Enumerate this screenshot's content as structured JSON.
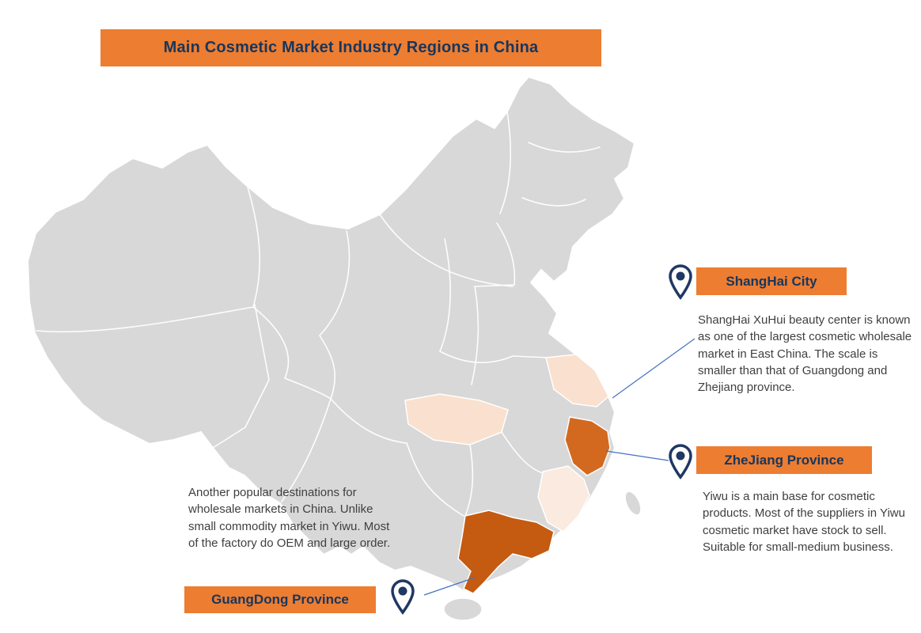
{
  "title": "Main Cosmetic Market Industry Regions in China",
  "callouts": {
    "shanghai": {
      "label": "ShangHai City",
      "description": "ShangHai XuHui beauty center is known as one of the largest cosmetic wholesale market in East China. The scale is smaller than that of Guangdong and Zhejiang province."
    },
    "zhejiang": {
      "label": "ZheJiang Province",
      "description": "Yiwu is a main base for cosmetic products. Most of the suppliers in Yiwu cosmetic market have stock to sell. Suitable for small-medium business."
    },
    "guangdong": {
      "label": "GuangDong Province",
      "description": "Another popular destinations for wholesale markets in China. Unlike small commodity market in Yiwu.  Most of the factory do OEM and large order."
    }
  },
  "map": {
    "name": "China provinces map",
    "base_color": "#D8D8D8",
    "border_color": "#FFFFFF",
    "highlighted_provinces": [
      {
        "name": "Jiangsu",
        "color": "#FAE0CE"
      },
      {
        "name": "Hubei",
        "color": "#FAE0CE"
      },
      {
        "name": "Zhejiang",
        "color": "#D2691E"
      },
      {
        "name": "Fujian",
        "color": "#FBEADF"
      },
      {
        "name": "Guangdong",
        "color": "#C55A11"
      }
    ]
  },
  "icons": {
    "pin": "location-pin"
  },
  "colors": {
    "accent_orange": "#ED7D31",
    "heading_text": "#17365D",
    "body_text": "#3F3F3F",
    "connector_blue": "#4472C4",
    "pin_navy": "#1F3864"
  }
}
